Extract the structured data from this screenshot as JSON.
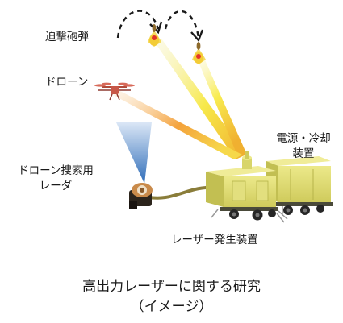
{
  "labels": {
    "mortar": "迫撃砲弾",
    "drone": "ドローン",
    "power_line1": "電源・冷却",
    "power_line2": "装置",
    "radar_line1": "ドローン捜索用",
    "radar_line2": "レーダ",
    "laser_device": "レーザー発生装置"
  },
  "caption": {
    "line1": "高出力レーザーに関する研究",
    "line2": "（イメージ）"
  },
  "colors": {
    "vehicle_body": "#d8d56a",
    "vehicle_shade": "#b7b44a",
    "cable": "#8a7d3a",
    "beam_orange": "#f2a23a",
    "beam_yellow": "#f7e94a",
    "radar_beam": "#4f84c6",
    "trajectory": "#1a1a1a"
  }
}
